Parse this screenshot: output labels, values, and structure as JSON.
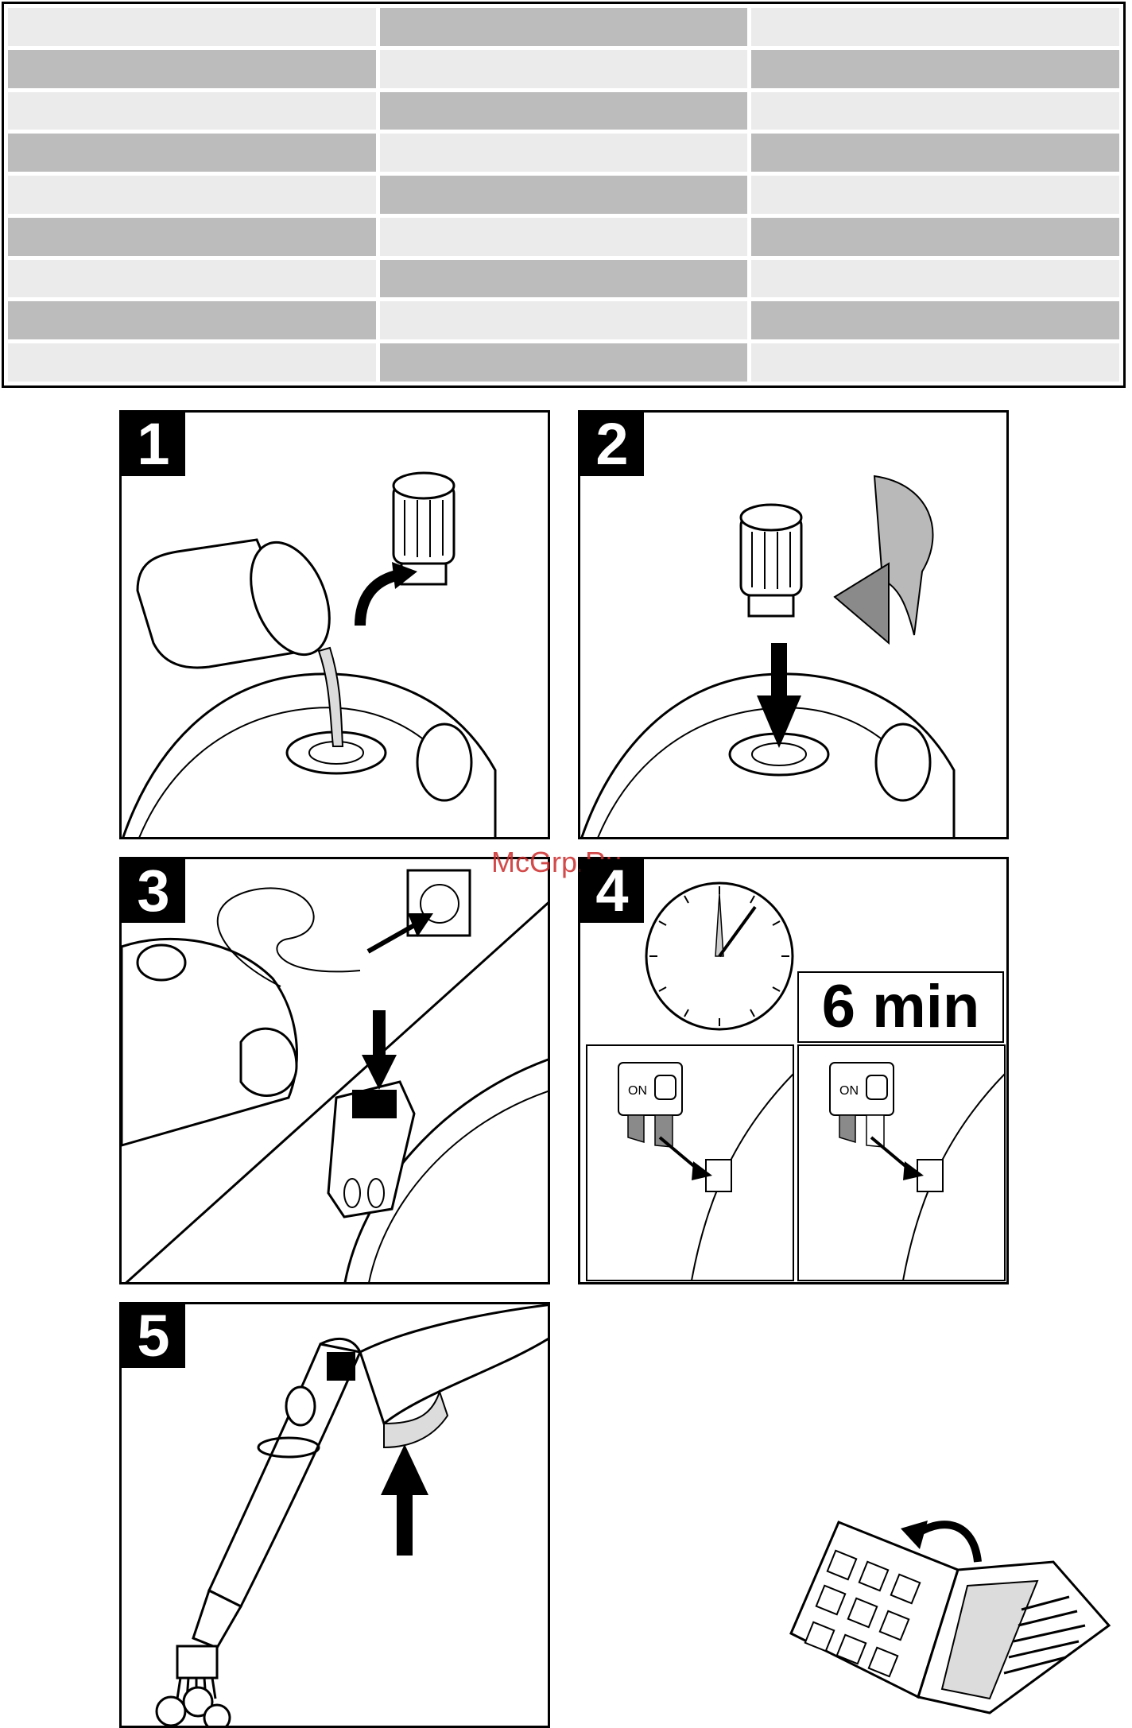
{
  "table": {
    "rows": 9,
    "columns": 3,
    "colors": {
      "dark": "#bcbcbc",
      "light": "#ebebeb"
    }
  },
  "steps": [
    {
      "number": "1",
      "icon": "pour-water-icon"
    },
    {
      "number": "2",
      "icon": "screw-cap-icon"
    },
    {
      "number": "3",
      "icon": "plug-in-icon"
    },
    {
      "number": "4",
      "icon": "heat-up-timer-icon"
    },
    {
      "number": "5",
      "icon": "steam-trigger-icon"
    }
  ],
  "timer": {
    "label": "6 min"
  },
  "watermark": "McGrp.Ru",
  "panel_labels": {
    "on": "ON"
  },
  "colors": {
    "arrow_gray": "#8a8a8a",
    "ink": "#000000"
  }
}
